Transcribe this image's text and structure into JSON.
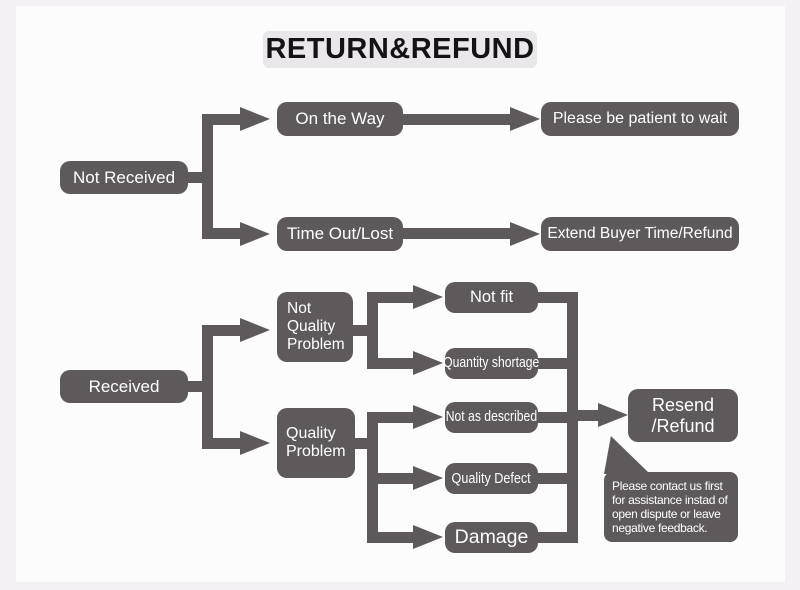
{
  "title": "RETURN&REFUND",
  "nodes": {
    "not_received": "Not Received",
    "on_the_way": "On the Way",
    "patient": "Please be patient to wait",
    "timeout": "Time Out/Lost",
    "extend": "Extend Buyer Time/Refund",
    "received": "Received",
    "not_quality": "Not\nQuality\nProblem",
    "quality": "Quality\nProblem",
    "not_fit": "Not fit",
    "quantity_shortage": "Quantity shortage",
    "not_as_described": "Not as described",
    "quality_defect": "Quality Defect",
    "damage": "Damage",
    "resend": "Resend\n/Refund",
    "note": "Please contact us first\nfor assistance instad of\nopen dispute or leave\nnegative feedback."
  },
  "colors": {
    "node_gray": "#5e5a5b",
    "title_background": "#e9e7ea",
    "panel_background": "#fdfcfd",
    "frame_background": "#f3f1f4",
    "node_text": "#ffffff",
    "title_text": "#151215"
  }
}
